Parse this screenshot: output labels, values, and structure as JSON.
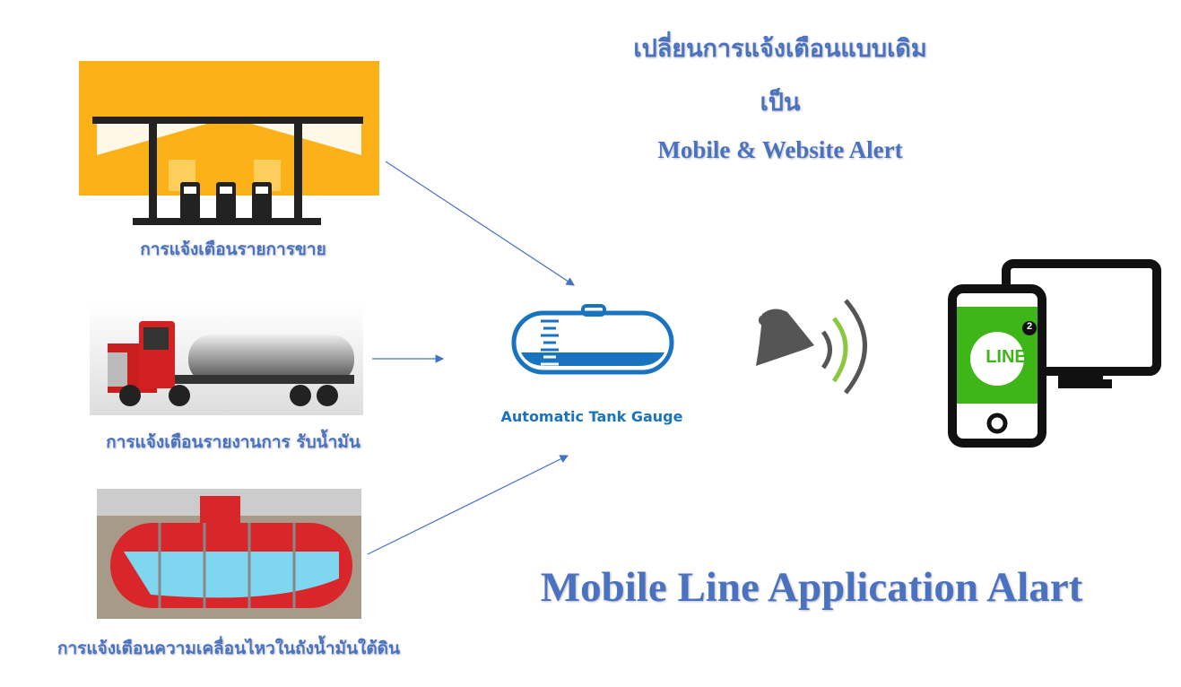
{
  "header": {
    "line1": "เปลี่ยนการแจ้งเตือนแบบเดิม",
    "line2": "เป็น",
    "line3": "Mobile & Website Alert"
  },
  "sources": [
    {
      "label": "การแจ้งเตือนรายการขาย",
      "icon": "gas-station-icon"
    },
    {
      "label": "การแจ้งเตือนรายงานการ รับน้ำมัน",
      "icon": "tanker-truck-icon"
    },
    {
      "label": "การแจ้งเตือนความเคลื่อนไหวในถังน้ำมันใต้ดิน",
      "icon": "underground-tank-icon"
    }
  ],
  "center": {
    "label": "Automatic Tank Gauge"
  },
  "device": {
    "app_label": "LINE",
    "badge_count": "2"
  },
  "footer": {
    "title": "Mobile Line Application Alart"
  },
  "colors": {
    "title_blue": "#4a72c0",
    "atg_blue": "#1a73bf",
    "line_green": "#3fb618",
    "bell_gray": "#555555",
    "wave_green": "#8dc63f"
  }
}
